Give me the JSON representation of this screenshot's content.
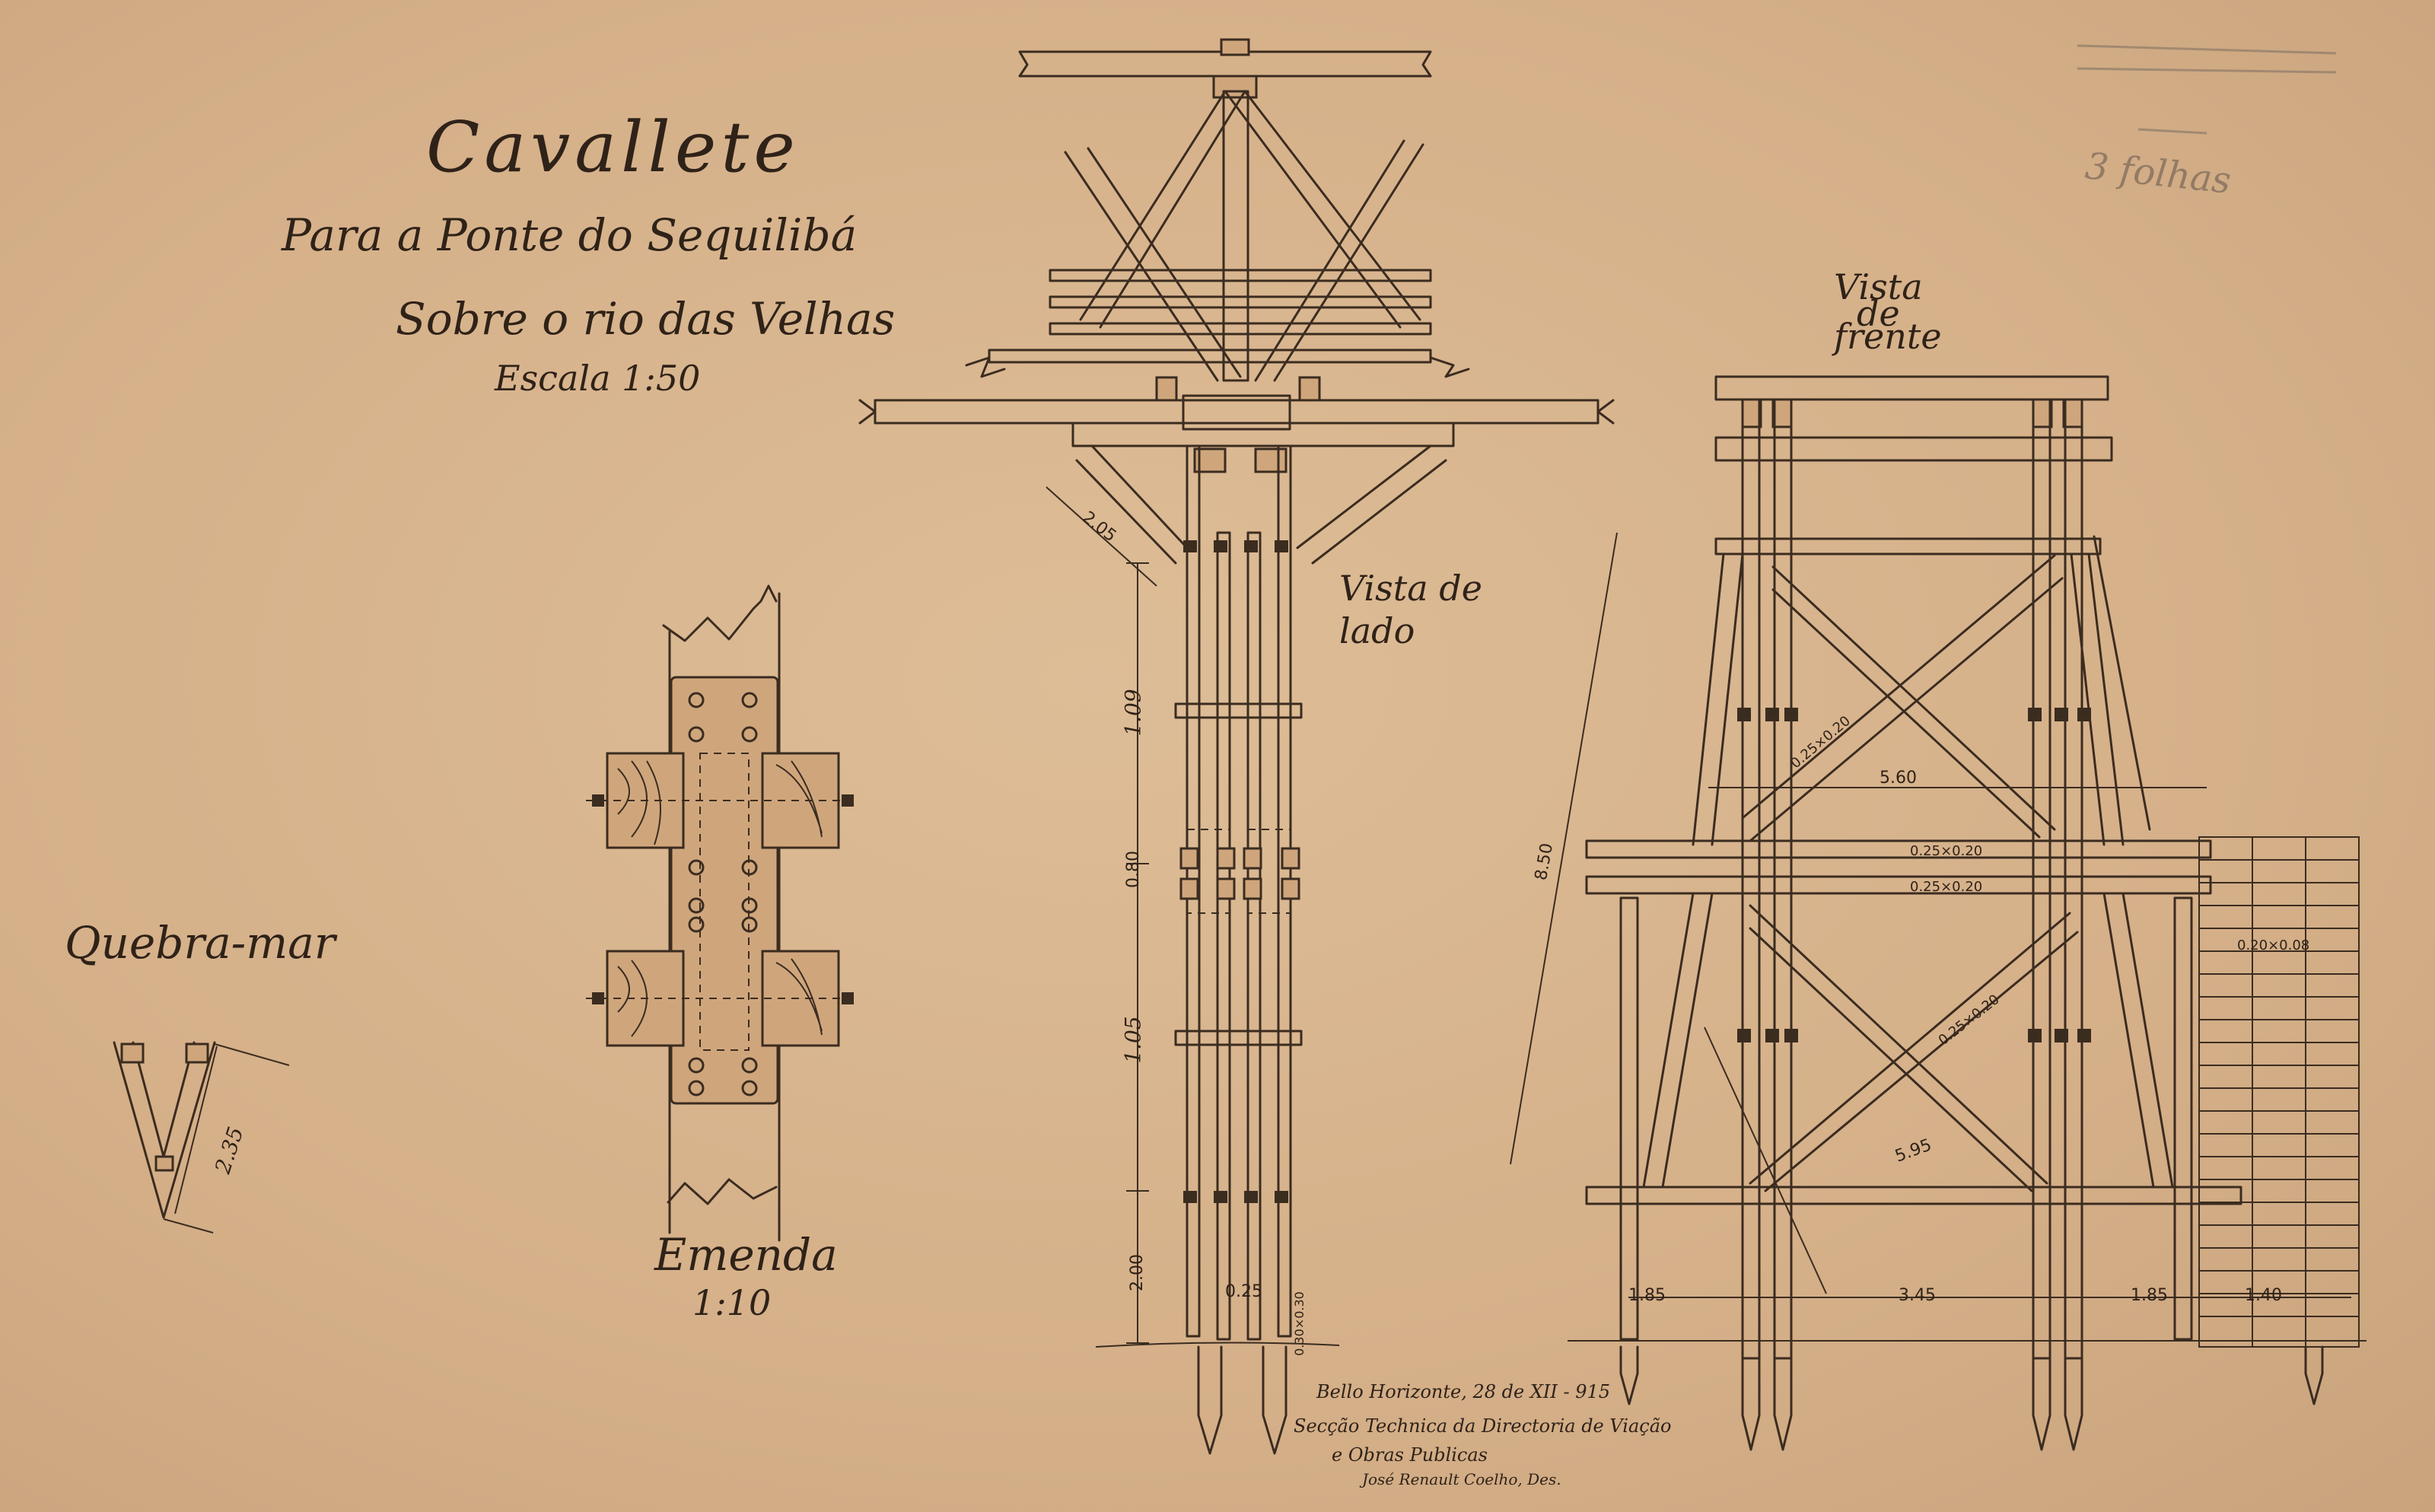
{
  "title": "Cavallete",
  "subtitle_line1": "Para a Ponte do Sequilibá",
  "subtitle_line2": "Sobre o rio das Velhas",
  "scale": "Escala 1:50",
  "views": {
    "side": "Vista de lado",
    "front_line1": "Vista",
    "front_line2": "de",
    "front_line3": "frente"
  },
  "splice": {
    "label": "Emenda",
    "scale": "1:10"
  },
  "cutwater": {
    "label": "Quebra-mar",
    "dim": "2.35"
  },
  "dimensions": {
    "d_205": "2.05",
    "d_109": "1.09",
    "d_080": "0.80",
    "d_105": "1.05",
    "d_200": "2.00",
    "d_025": "0.25",
    "d_560": "5.60",
    "d_850": "8.50",
    "d_595": "5.95",
    "d_185a": "1.85",
    "d_345": "3.45",
    "d_185b": "1.85",
    "d_140": "1.40",
    "sec_025x020a": "0.25×0.20",
    "sec_025x020b": "0.25×0.20",
    "sec_025x020c": "0.25×0.20",
    "sec_025x020d": "0.25×0.20",
    "sec_020x008": "0.20×0.08",
    "sec_030x030": "0.30×0.30"
  },
  "signature": {
    "line1": "Bello Horizonte, 28 de XII - 915",
    "line2": "Secção Technica da Directoria de Viação",
    "line3": "e Obras Publicas",
    "line4": "José Renault Coelho, Des."
  },
  "margin_notes": {
    "top_right": "3 folhas"
  }
}
